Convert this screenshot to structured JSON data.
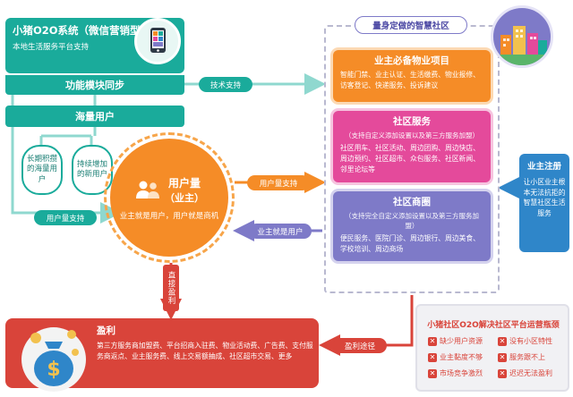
{
  "header": {
    "title": "小猪O2O系统（微信营销型）",
    "subtitle": "本地生活服务平台支持"
  },
  "left": {
    "sync_bar": "功能模块同步",
    "users_bar": "海量用户",
    "pill_left": "长期积攒的海量用户",
    "pill_right": "持续增加的新用户",
    "user_support_tag": "用户量支持"
  },
  "connectors": {
    "tech_support": "技术支持",
    "user_support": "用户量支持",
    "owners_are_users": "业主就是用户",
    "direct_profit": "直接盈利",
    "profit_channel": "盈利途径"
  },
  "center": {
    "title": "用户量",
    "subtitle": "（业主）",
    "caption": "业主就是用户，用户就是商机"
  },
  "community": {
    "title": "量身定做的智慧社区",
    "cards": [
      {
        "title": "业主必备物业项目",
        "subtitle": "",
        "body": "智能门禁、业主认证、生活缴费、物业报修、访客登记、快递服务、投诉建议"
      },
      {
        "title": "社区服务",
        "subtitle": "（支持自定义添加设置以及第三方服务加盟）",
        "body": "社区用车、社区活动、周边团购、周边快店、周边预约、社区超市、众包服务、社区新闻、邻里论坛等"
      },
      {
        "title": "社区商圈",
        "subtitle": "（支持完全自定义添加设置以及第三方服务加盟）",
        "body": "便民服务、医院门诊、周边银行、周边美食、学校培训、周边商场"
      }
    ]
  },
  "owner_register": {
    "title": "业主注册",
    "body": "让小区业主根本无法抗拒的智慧社区生活服务"
  },
  "profit": {
    "title": "盈利",
    "body": "第三方服务商加盟费、平台招商入驻费、物业活动费、广告费、支付服务商返点、业主服务费、线上交易额抽成、社区超市交易、更多"
  },
  "bottleneck": {
    "title": "小猪社区O2O解决社区平台运营瓶颈",
    "items": [
      "缺少用户资源",
      "没有小区特性",
      "业主黏度不够",
      "服务跟不上",
      "市场竞争激烈",
      "迟迟无法盈利"
    ]
  },
  "colors": {
    "teal": "#1aab9b",
    "orange": "#f58c27",
    "pink": "#e44a9b",
    "purple": "#7e7ac8",
    "blue": "#2f86c9",
    "red": "#d9443a"
  }
}
